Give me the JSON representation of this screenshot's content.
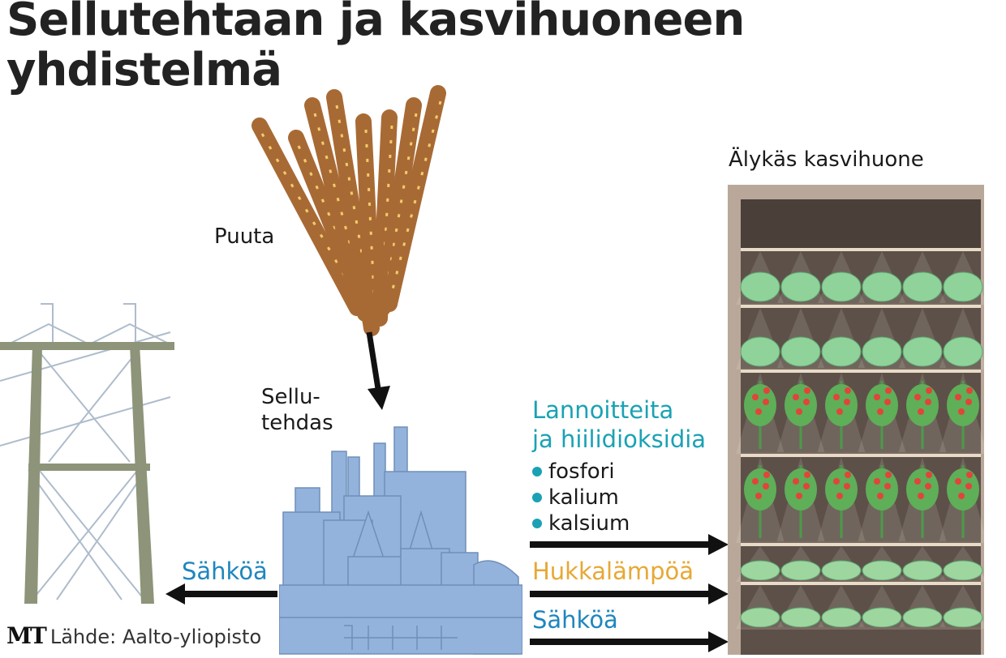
{
  "title": {
    "line1": "Sellutehtaan ja kasvihuoneen",
    "line2": "yhdistelmä"
  },
  "labels": {
    "wood": "Puuta",
    "mill_line1": "Sellu-",
    "mill_line2": "tehdas",
    "greenhouse": "Älykäs kasvihuone",
    "electricity_to_grid": "Sähköä"
  },
  "flows": {
    "nutrients_line1": "Lannoitteita",
    "nutrients_line2": "ja hiilidioksidia",
    "nutrient_items": [
      "fosfori",
      "kalium",
      "kalsium"
    ],
    "waste_heat": "Hukkalämpöä",
    "electricity": "Sähköä"
  },
  "colors": {
    "teal": "#1aa2b4",
    "orange": "#e7a835",
    "blue": "#1f86bd",
    "factory": "#93b3dc",
    "wood": "#b8753a"
  },
  "footer": {
    "logo": "MT",
    "source": "Lähde: Aalto-yliopisto"
  }
}
